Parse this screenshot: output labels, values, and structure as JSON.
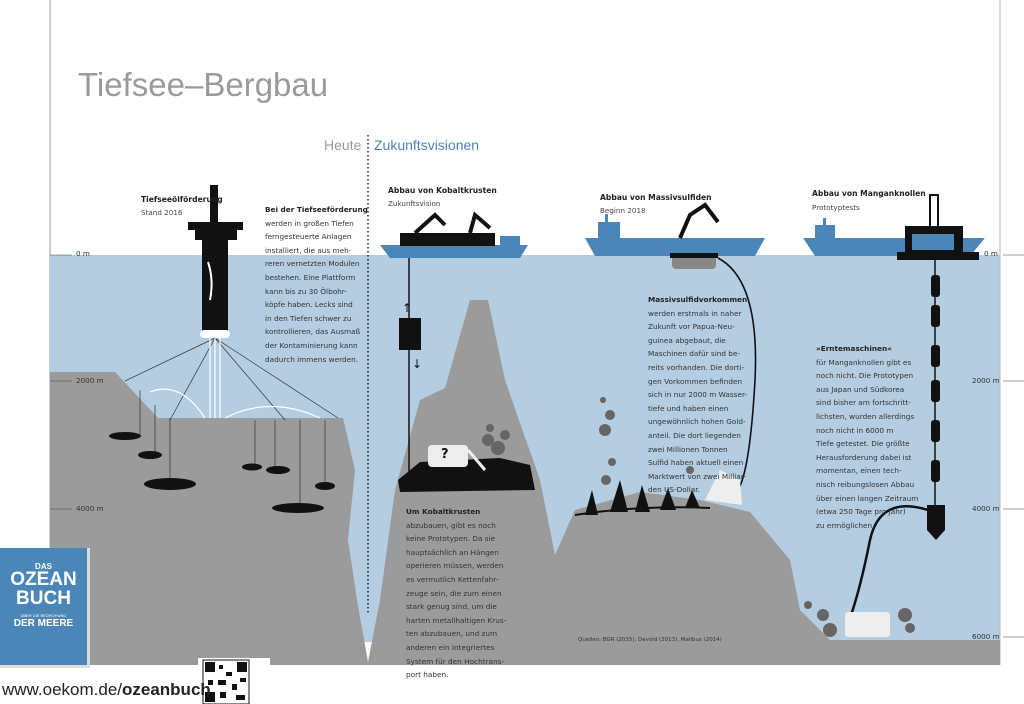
{
  "title": "Tiefsee–Bergbau",
  "timeline": {
    "today": "Heute",
    "future": "Zukunftsvisionen"
  },
  "depths": {
    "d0": "0 m",
    "d2000": "2000 m",
    "d4000": "4000 m",
    "d6000": "6000 m"
  },
  "oil": {
    "heading": "Tiefseeölförderung",
    "sub": "Stand 2016",
    "lead": "Bei der Tiefseeförderung",
    "body": "werden in großen Tiefen\nferngesteuerte Anlagen\ninstalliert, die aus meh-\nreren vernetzten Modulen\nbestehen. Eine Plattform\nkann bis zu 30 Ölbohr-\nköpfe haben. Lecks sind\nin den Tiefen schwer zu\nkontrollieren, das Ausmaß\nder Kontaminierung kann\ndadurch immens werden."
  },
  "cobalt": {
    "heading": "Abbau von Kobaltkrusten",
    "sub": "Zukunftsvision",
    "lead": "Um Kobaltkrusten",
    "body": "abzubauen, gibt es noch\nkeine Prototypen. Da sie\nhauptsächlich an Hängen\noperieren müssen, werden\nes vermutlich Kettenfahr-\nzeuge sein, die zum einen\nstark genug sind, um die\nharten metallhaltigen Krus-\nten abzubauen, und zum\nanderen ein integriertes\nSystem für den Hochtrans-\nport haben.",
    "mark": "?"
  },
  "sulfide": {
    "heading": "Abbau von Massivsulfiden",
    "sub": "Beginn 2018",
    "lead": "Massivsulfidvorkommen",
    "body": "werden erstmals in naher\nZukunft vor Papua-Neu-\nguinea abgebaut, die\nMaschinen dafür sind be-\nreits vorhanden. Die dorti-\ngen Vorkommen befinden\nsich in nur 2000 m Wasser-\ntiefe und haben einen\nungewöhnlich hohen Gold-\nanteil. Die dort liegenden\nzwei Millionen Tonnen\nSulfid haben aktuell einen\nMarktwert von zwei Milliar-\nden US-Dollar."
  },
  "manganese": {
    "heading": "Abbau von Manganknollen",
    "sub": "Prototyptests",
    "lead": "»Erntemaschinen«",
    "body": "für Manganknollen gibt es\nnoch nicht. Die Prototypen\naus Japan und Südkorea\nsind bisher am fortschritt-\nlichsten, wurden allerdings\nnoch nicht in 6000 m\nTiefe getestet. Die größte\nHerausforderung dabei ist\nmomentan, einen tech-\nnisch reibungslosen Abbau\nüber einen langen Zeitraum\n(etwa 250 Tage pro Jahr)\nzu ermöglichen."
  },
  "sources": "Quellen: BGR (2015), Devold (2013), Mallbus (2014)",
  "book": {
    "das": "DAS",
    "line1": "OZEAN",
    "line2": "BUCH",
    "sub": "ÜBER DIE BEDROHUNG",
    "line3": "DER MEERE"
  },
  "footer": {
    "url_prefix": "www.oekom.de/",
    "url_bold": "ozeanbuch"
  },
  "colors": {
    "sea": "#b4cde0",
    "floor": "#9b9b9b",
    "ship": "#4a86b8"
  }
}
